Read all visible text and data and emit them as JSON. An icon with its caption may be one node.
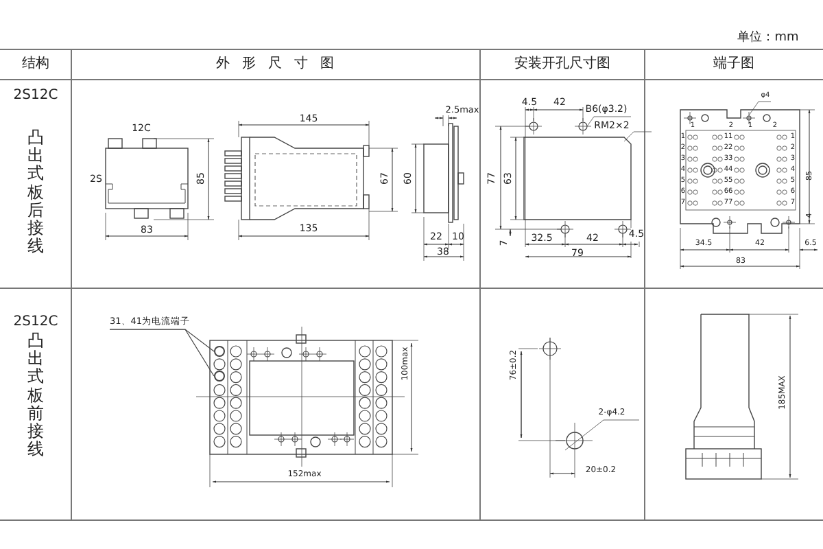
{
  "diagram": {
    "nodes": [
      {
        "text": [
          "31、41为电流端子"
        ]
      },
      {
        "text": [],
        "shape": "circle"
      },
      {
        "text": [],
        "shape": "circle"
      }
    ],
    "edges": [
      {
        "from": 0,
        "to": 1,
        "arrow": "none"
      },
      {
        "from": 0,
        "to": 2,
        "arrow": "none"
      }
    ],
    "labels": [
      "单位：mm",
      "结构",
      "外形尺寸图",
      "安装开孔尺寸图",
      "端子图",
      "2S12C",
      "凸出式板后接线",
      "12C",
      "2S",
      "85",
      "83",
      "145",
      "67",
      "60",
      "135",
      "2.5max",
      "22",
      "10",
      "38",
      "4.5",
      "42",
      "B6(φ3.2)",
      "RM2×2",
      "77",
      "63",
      "7",
      "32.5",
      "42",
      "4.5",
      "79",
      "φ4",
      "1",
      "2",
      "1",
      "2",
      "1",
      "11",
      "1",
      "2",
      "22",
      "2",
      "3",
      "33",
      "3",
      "4",
      "44",
      "4",
      "5",
      "55",
      "5",
      "6",
      "66",
      "6",
      "7",
      "77",
      "7",
      "85",
      "4",
      "34.5",
      "42",
      "6.5",
      "83",
      "2S12C",
      "凸出式板前接线",
      "100max",
      "152max",
      "76±0.2",
      "2-φ4.2",
      "20±0.2",
      "185MAX"
    ]
  }
}
